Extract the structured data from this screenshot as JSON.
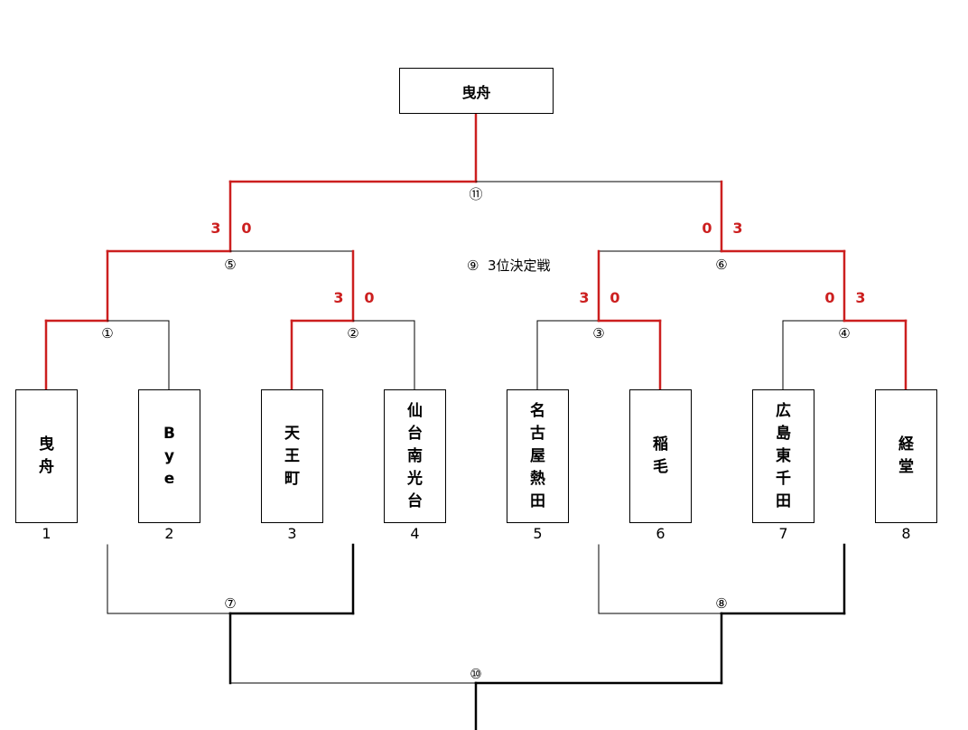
{
  "champion": "曳舟",
  "teams": [
    {
      "name": "曳舟",
      "seed": "1"
    },
    {
      "name": "Bye",
      "seed": "2"
    },
    {
      "name": "天王町",
      "seed": "3"
    },
    {
      "name": "仙台南光台",
      "seed": "4"
    },
    {
      "name": "名古屋熱田",
      "seed": "5"
    },
    {
      "name": "稲毛",
      "seed": "6"
    },
    {
      "name": "広島東千田",
      "seed": "7"
    },
    {
      "name": "経堂",
      "seed": "8"
    }
  ],
  "matches": {
    "m1": {
      "number": "①"
    },
    "m2": {
      "number": "②",
      "score_left": "3",
      "score_right": "0"
    },
    "m3": {
      "number": "③",
      "score_left": "3",
      "score_right": "0"
    },
    "m4": {
      "number": "④",
      "score_left": "0",
      "score_right": "3"
    },
    "m5": {
      "number": "⑤",
      "score_left": "3",
      "score_right": "0"
    },
    "m6": {
      "number": "⑥",
      "score_left": "0",
      "score_right": "3"
    },
    "m7": {
      "number": "⑦"
    },
    "m8": {
      "number": "⑧"
    },
    "m9": {
      "number": "⑨",
      "label": "3位決定戦"
    },
    "m10": {
      "number": "⑩"
    },
    "m11": {
      "number": "⑪"
    }
  },
  "colors": {
    "winner_line": "#cc1f1f",
    "line": "#000000",
    "score": "#cc1f1f"
  }
}
